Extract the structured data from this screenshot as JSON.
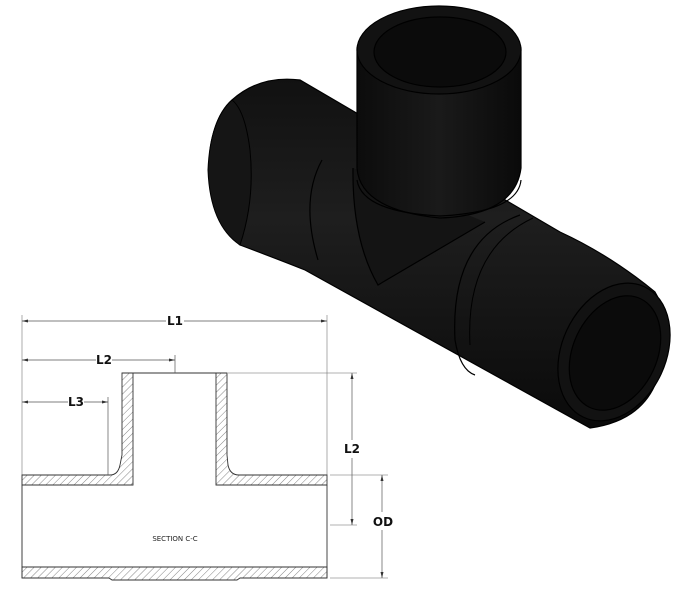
{
  "figure": {
    "type": "technical-drawing",
    "subject": "Tee pipe fitting",
    "isometric_view": {
      "description": "Black equal tee fitting, isometric render",
      "color": "#0d0d0d"
    },
    "section_view": {
      "title": "SECTION C-C",
      "dimensions": {
        "l1": "L1",
        "l2_horizontal": "L2",
        "l3": "L3",
        "l2_vertical": "L2",
        "od": "OD"
      },
      "hatch_color": "#555555",
      "line_color": "#333333"
    }
  }
}
